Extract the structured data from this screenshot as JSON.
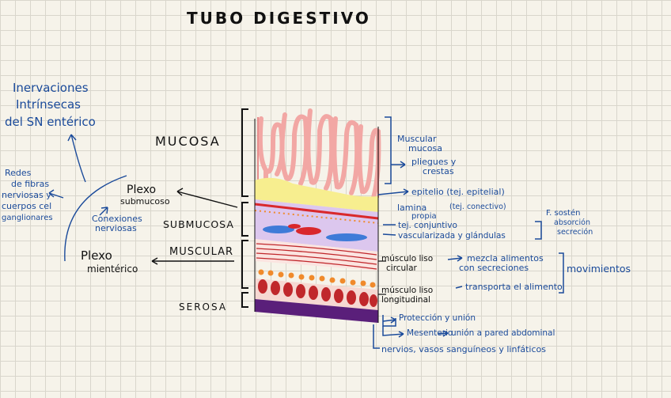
{
  "title": "TUBO DIGESTIVO",
  "layers": {
    "mucosa": "MUCOSA",
    "submucosa": "SUBMUCOSA",
    "muscular": "MUSCULAR",
    "serosa": "SEROSA"
  },
  "left_notes": {
    "inervaciones_1": "Inervaciones",
    "inervaciones_2": "Intrínsecas",
    "inervaciones_3": "del SN entérico",
    "redes_1": "Redes",
    "redes_2": "de fibras",
    "redes_3": "nerviosas y",
    "redes_4": "cuerpos cel",
    "redes_5": "ganglionares",
    "conexiones_1": "Conexiones",
    "conexiones_2": "nerviosas",
    "plexo_sub_1": "Plexo",
    "plexo_sub_2": "submucoso",
    "plexo_mie_1": "Plexo",
    "plexo_mie_2": "mientérico"
  },
  "right_notes": {
    "muscular_mucosa_1": "Muscular",
    "muscular_mucosa_2": "mucosa",
    "pliegues_1": "pliegues y",
    "pliegues_2": "crestas",
    "epitelio": "epitelio (tej. epitelial)",
    "lamina_1": "lamina",
    "lamina_2": "propia",
    "lamina_3": "(tej. conectivo)",
    "tej_conjuntivo": "tej. conjuntivo",
    "vascularizada": "vascularizada y glándulas",
    "f_soston": "F. sostén",
    "absorcion": "absorción",
    "secrecion": "secreción",
    "musculo_circular_1": "músculo liso",
    "musculo_circular_2": "circular",
    "mezcla_1": "mezcla alimentos",
    "mezcla_2": "con secreciones",
    "movimientos": "movimientos",
    "musculo_long_1": "músculo liso",
    "musculo_long_2": "longitudinal",
    "transporta": "transporta el alimento",
    "proteccion": "Protección y unión",
    "mesenterio": "Mesenterio",
    "union_pared": "unión a pared abdominal",
    "nervios": "nervios, vasos sanguíneos y linfáticos"
  },
  "colors": {
    "ink_blue": "#1a4a9a",
    "ink_black": "#111111",
    "villi_pink": "#f2a7a4",
    "epithelium_yellow": "#f7ee8f",
    "submucosa_lilac": "#dcc7ee",
    "vessel_blue": "#3f7bd8",
    "vessel_red": "#d9282c",
    "muscle_red": "#c0272b",
    "dots_orange": "#f08a2b",
    "serosa_purple": "#5a1f7a"
  }
}
